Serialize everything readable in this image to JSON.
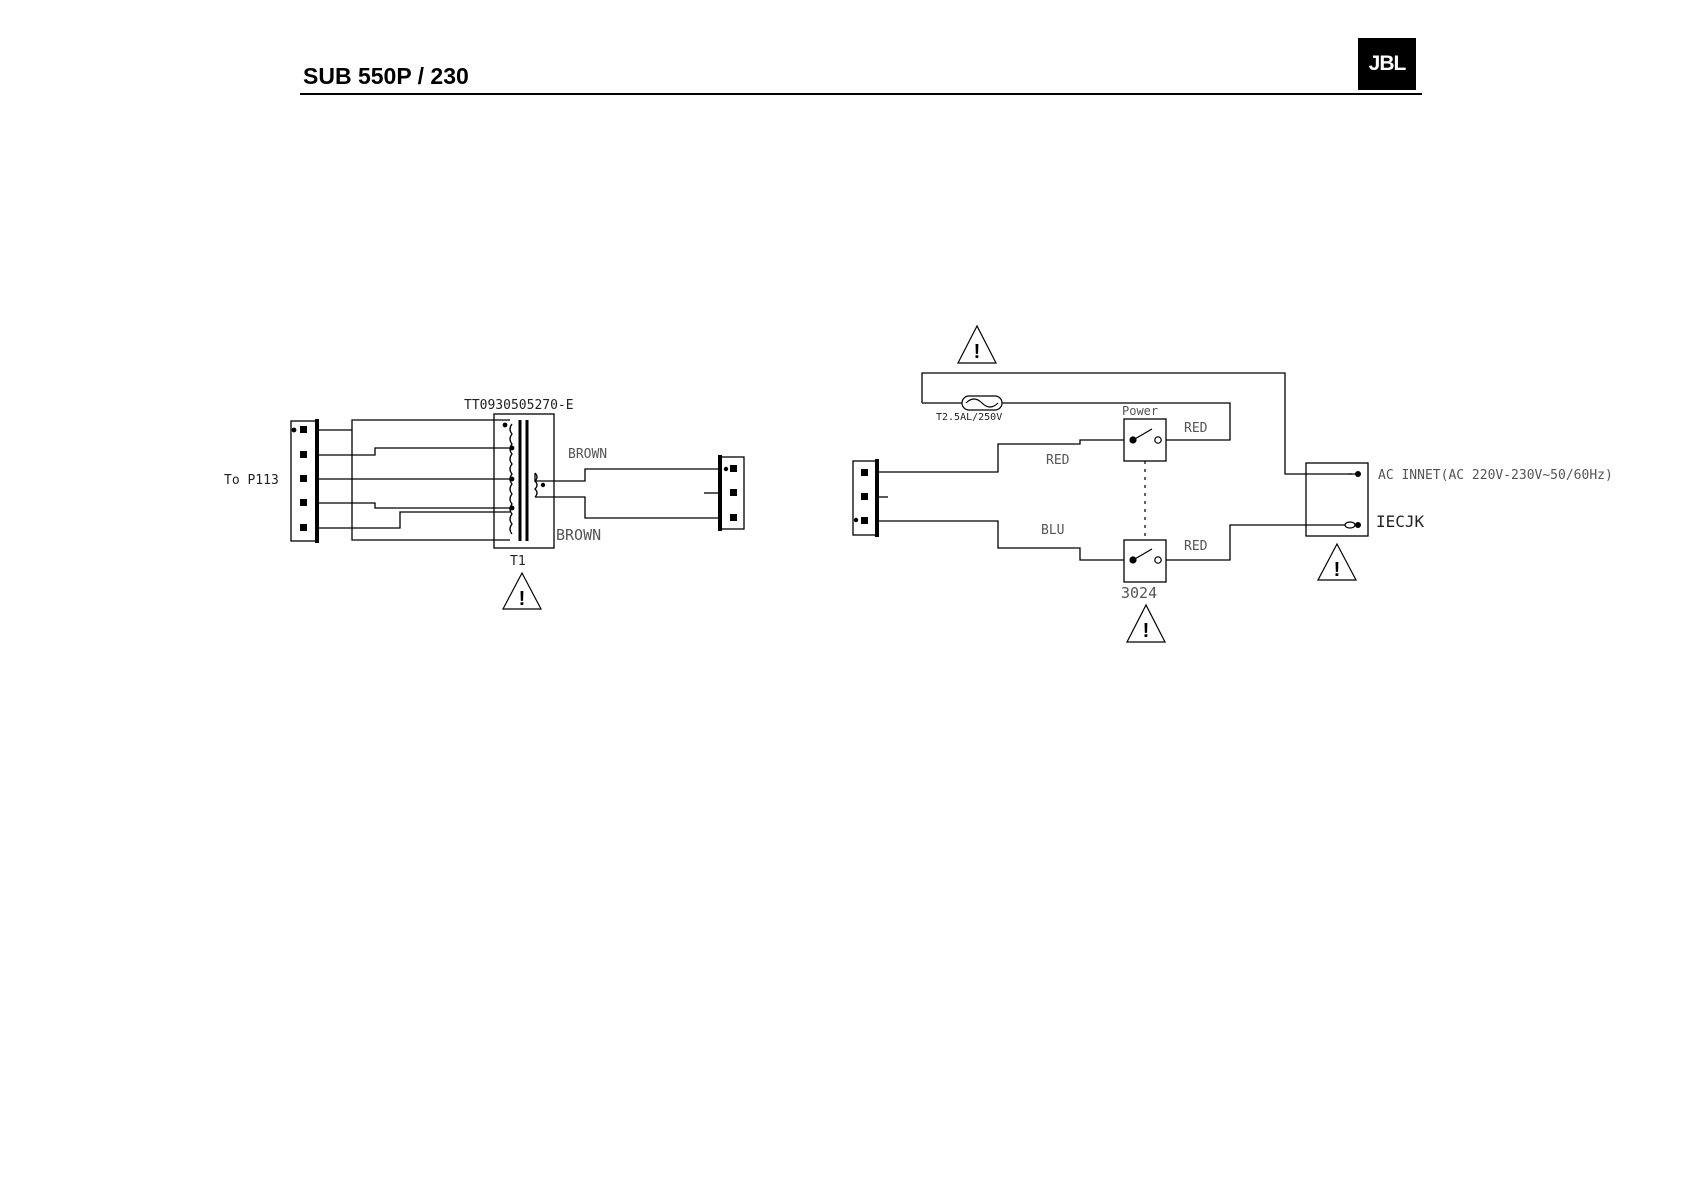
{
  "header": {
    "title": "SUB 550P / 230",
    "logo_text": "JBL"
  },
  "left_circuit": {
    "connector_label": "To P113",
    "transformer_part": "TT0930505270-E",
    "transformer_ref": "T1",
    "wire_top": "BROWN",
    "wire_bottom": "BROWN"
  },
  "right_circuit": {
    "fuse_label": "T2.5AL/250V",
    "switch_label": "Power",
    "switch_ref": "3024",
    "wire_red_1": "RED",
    "wire_red_2": "RED",
    "wire_blu": "BLU",
    "wire_red_3": "RED",
    "ac_inlet_label": "AC INNET(AC 220V-230V~50/60Hz)",
    "inlet_ref": "IECJK"
  },
  "warning_symbol": "!"
}
